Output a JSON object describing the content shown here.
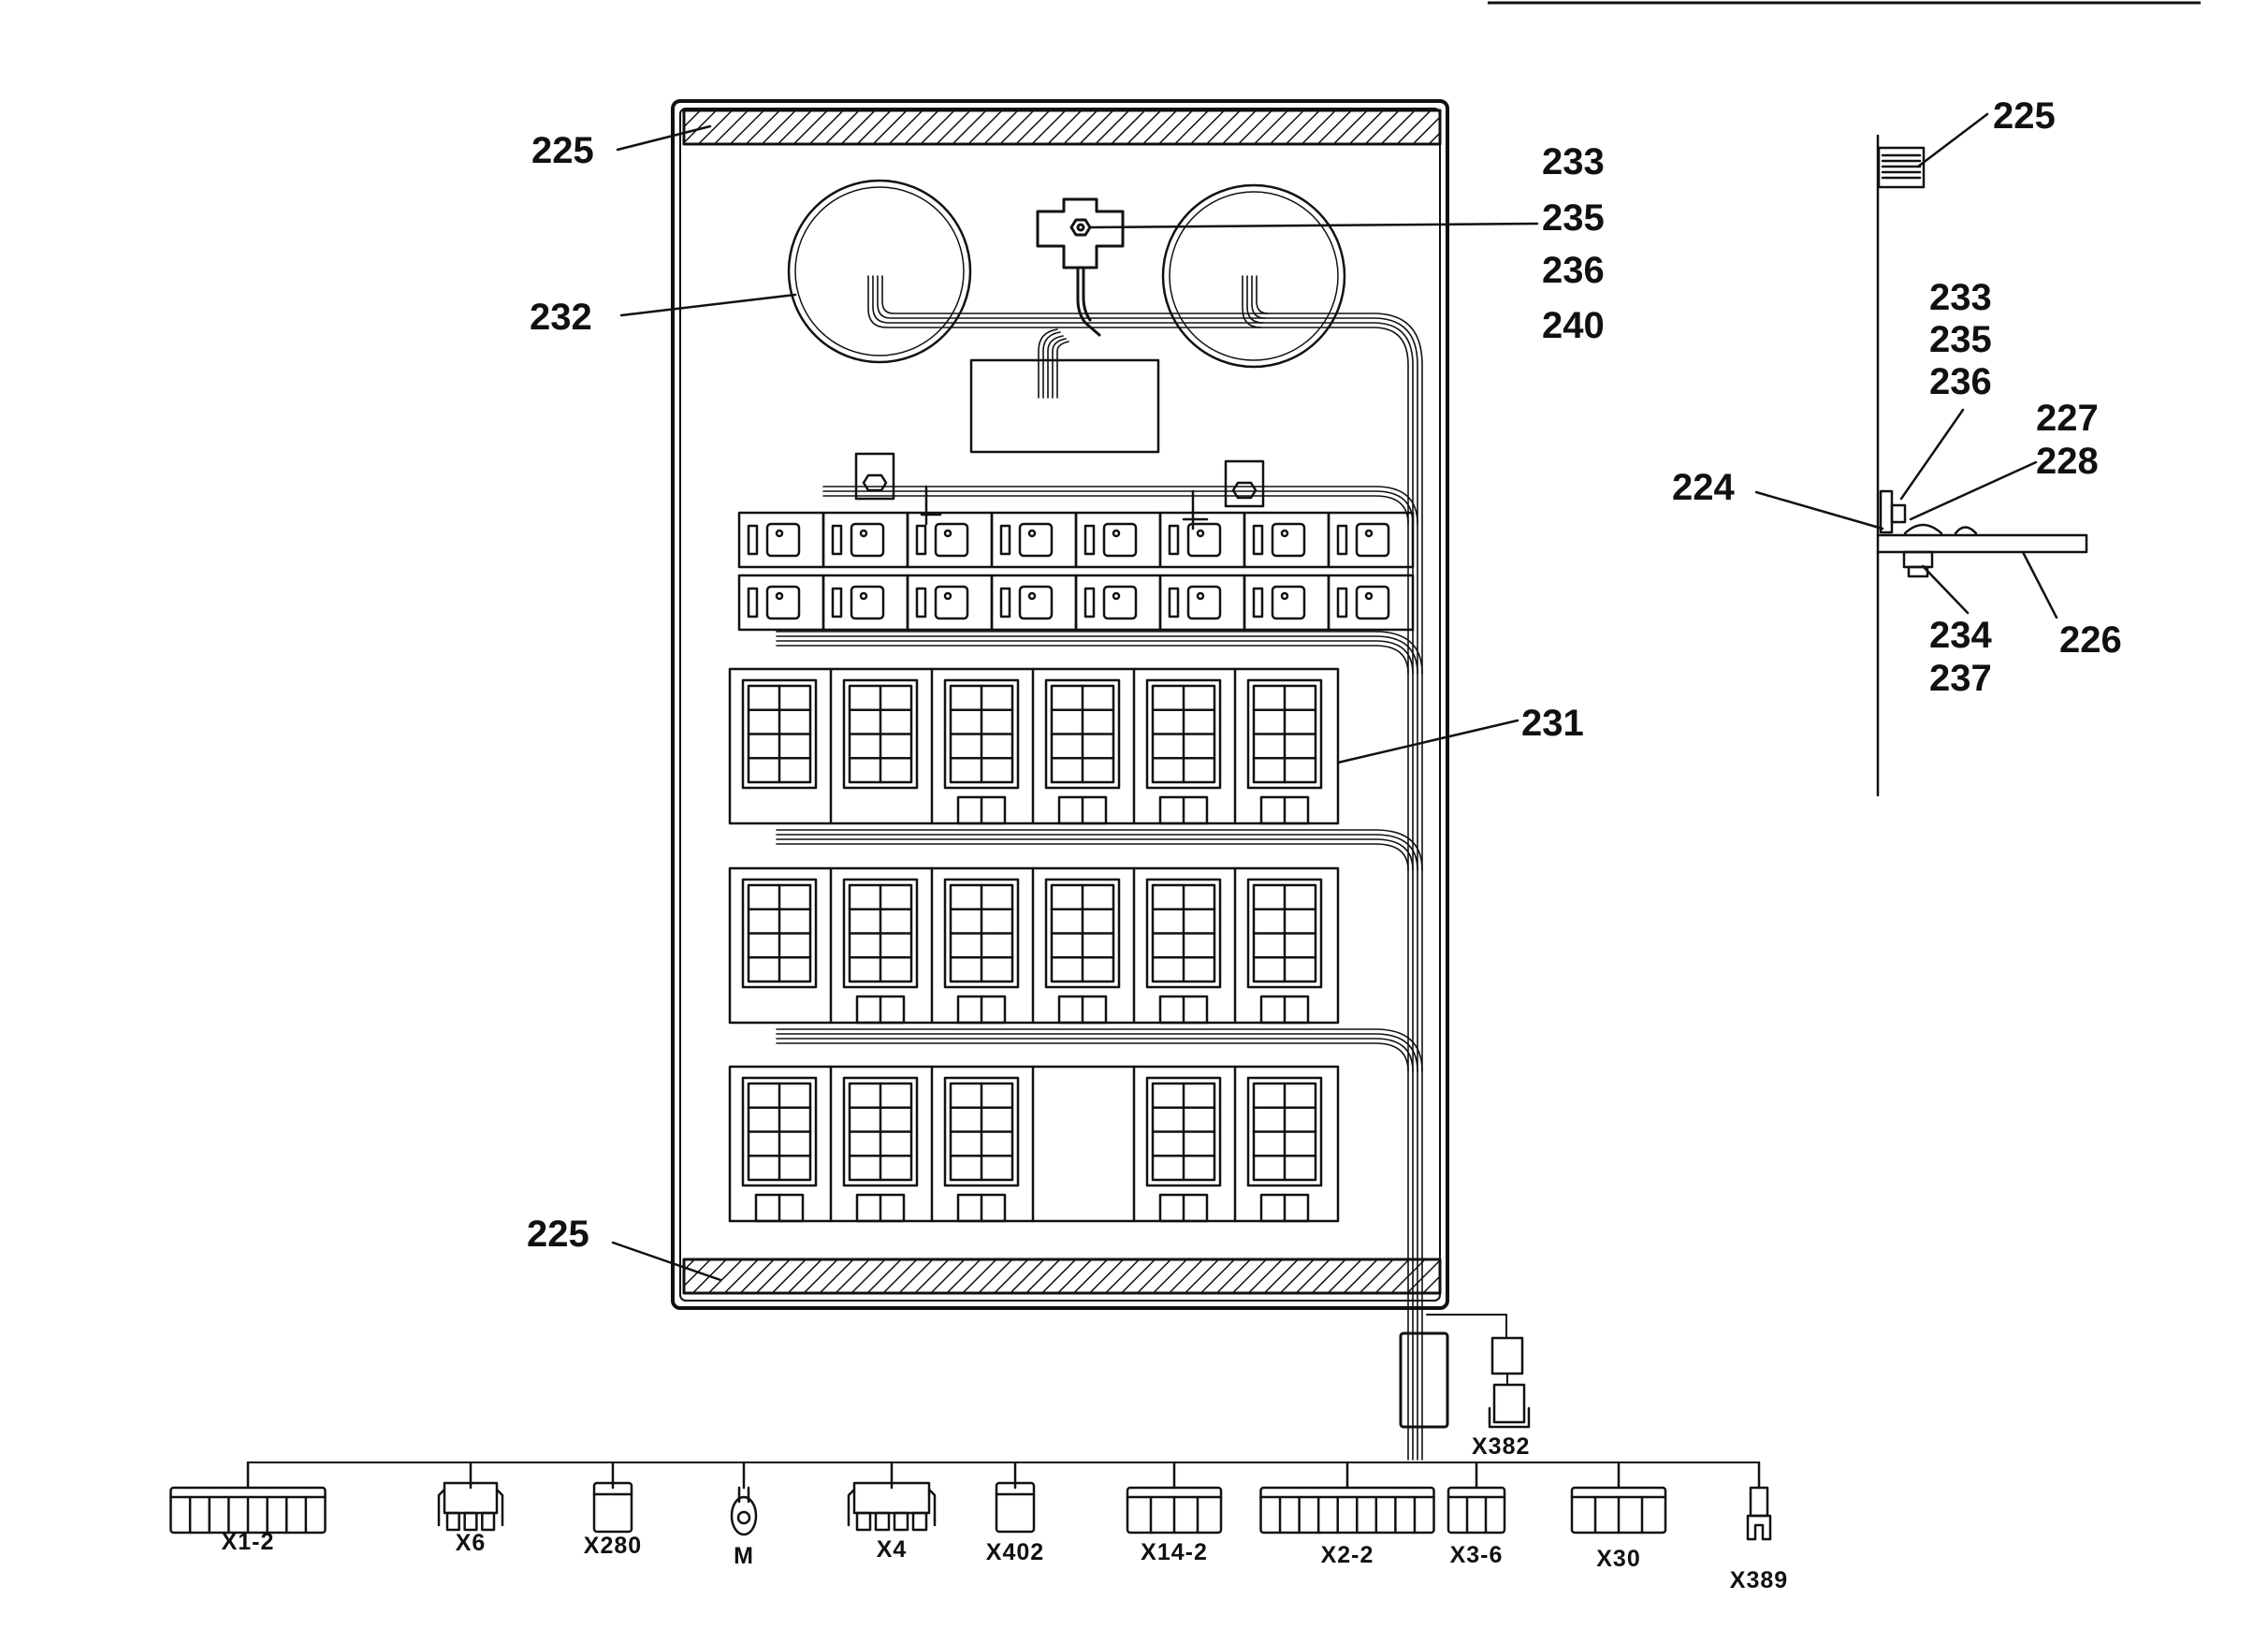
{
  "diagram": {
    "callouts": {
      "top_left_225": "225",
      "bottom_left_225": "225",
      "label_232": "232",
      "label_231": "231",
      "stack_233": "233",
      "stack_235": "235",
      "stack_236": "236",
      "stack_240": "240",
      "side_225": "225",
      "side_233": "233",
      "side_235": "235",
      "side_236": "236",
      "side_227": "227",
      "side_228": "228",
      "side_224": "224",
      "side_234": "234",
      "side_237": "237",
      "side_226": "226"
    },
    "connectors": [
      "X1-2",
      "X6",
      "X280",
      "M",
      "X4",
      "X402",
      "X14-2",
      "X2-2",
      "X3-6",
      "X30",
      "X389"
    ],
    "connector_x382": "X382"
  }
}
